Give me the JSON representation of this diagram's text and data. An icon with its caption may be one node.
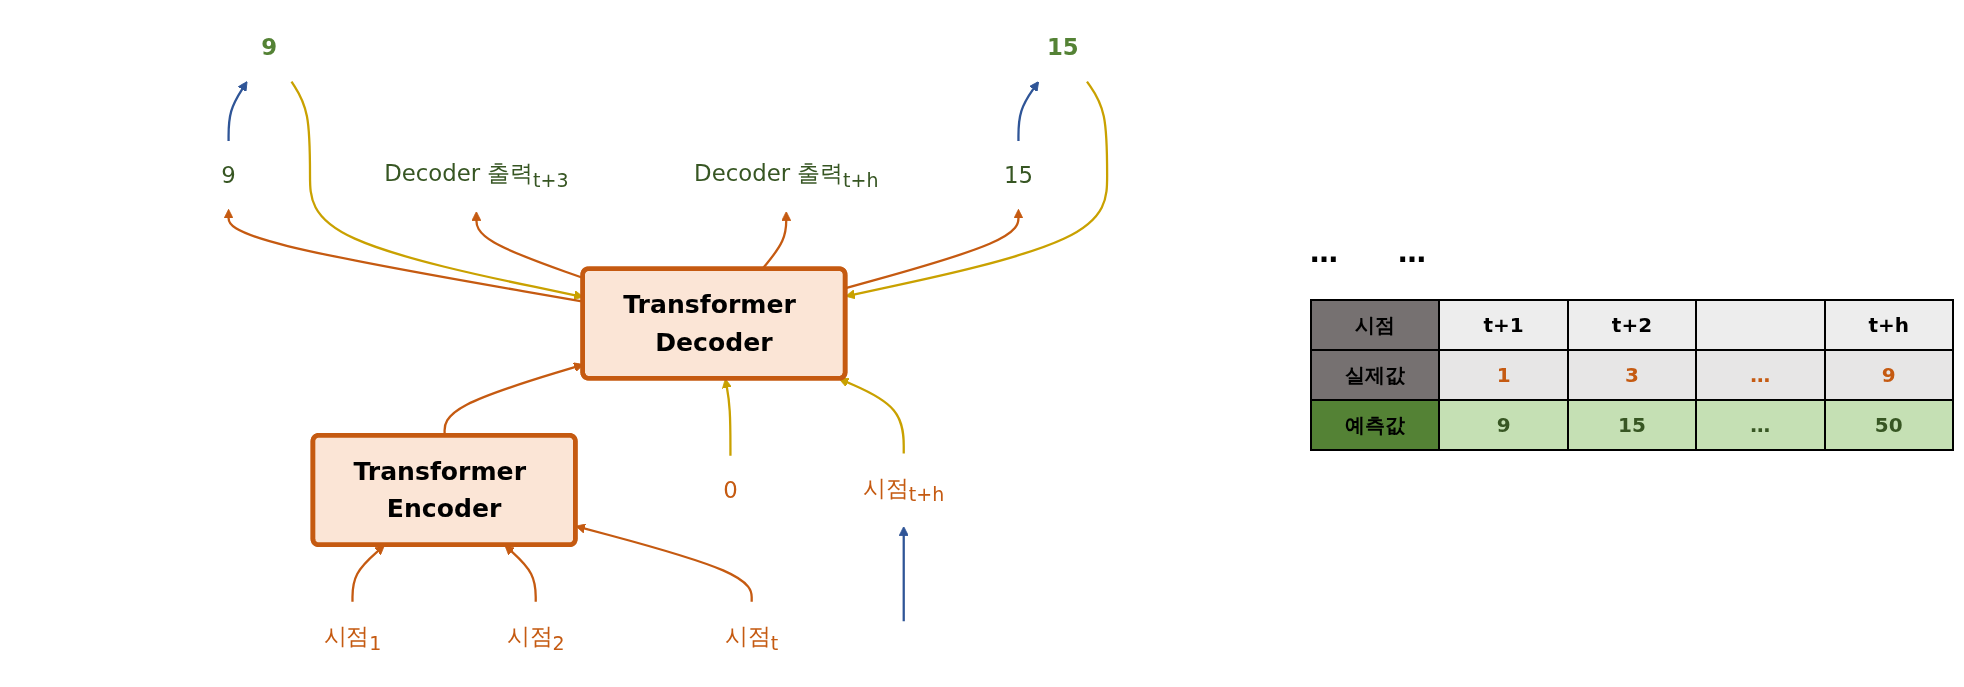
{
  "diagram": {
    "nodes": [
      {
        "text": [
          "Transformer Encoder"
        ]
      },
      {
        "text": [
          "Transformer Decoder"
        ]
      },
      {
        "text": [
          "시점$_{1}$"
        ]
      },
      {
        "text": [
          "시점$_{2}$"
        ]
      },
      {
        "text": [
          "시점$_{t}$"
        ]
      },
      {
        "text": [
          "0"
        ]
      },
      {
        "text": [
          "9"
        ]
      },
      {
        "text": [
          "15"
        ]
      },
      {
        "text": [
          "시점$_{t+h}$"
        ]
      },
      {
        "text": [
          "9"
        ]
      },
      {
        "text": [
          "15"
        ]
      },
      {
        "text": [
          "Decoder 출력$_{t+3}$"
        ]
      },
      {
        "text": [
          "Decoder 출력$_{t+h}$"
        ]
      }
    ],
    "edges": [
      {
        "from": 2,
        "to": 0,
        "arrow": "to"
      },
      {
        "from": 3,
        "to": 0,
        "arrow": "to"
      },
      {
        "from": 4,
        "to": 0,
        "arrow": "to"
      },
      {
        "from": 0,
        "to": 1,
        "arrow": "to"
      },
      {
        "from": 5,
        "to": 1,
        "arrow": "to",
        "color": "#c9a100"
      },
      {
        "from": 6,
        "to": 1,
        "arrow": "to",
        "color": "#c9a100"
      },
      {
        "from": 7,
        "to": 1,
        "arrow": "to",
        "color": "#c9a100"
      },
      {
        "from": 8,
        "to": 1,
        "arrow": "to",
        "color": "#c9a100"
      },
      {
        "from": 1,
        "to": 9,
        "arrow": "to"
      },
      {
        "from": 1,
        "to": 10,
        "arrow": "to"
      },
      {
        "from": 1,
        "to": 11,
        "arrow": "to"
      },
      {
        "from": 1,
        "to": 12,
        "arrow": "to"
      },
      {
        "from": 9,
        "to": 6,
        "arrow": "to",
        "color": "#2f5597"
      },
      {
        "from": 10,
        "to": 7,
        "arrow": "to",
        "color": "#2f5597"
      },
      {
        "from": null,
        "to": 8,
        "arrow": "to",
        "color": "#2f5597"
      }
    ],
    "labels": [
      "…",
      "…",
      "시점",
      "t+1",
      "t+2",
      "t+h",
      "실제값",
      "1",
      "3",
      "…",
      "9",
      "예측값",
      "9",
      "15",
      "…",
      "50"
    ]
  }
}
